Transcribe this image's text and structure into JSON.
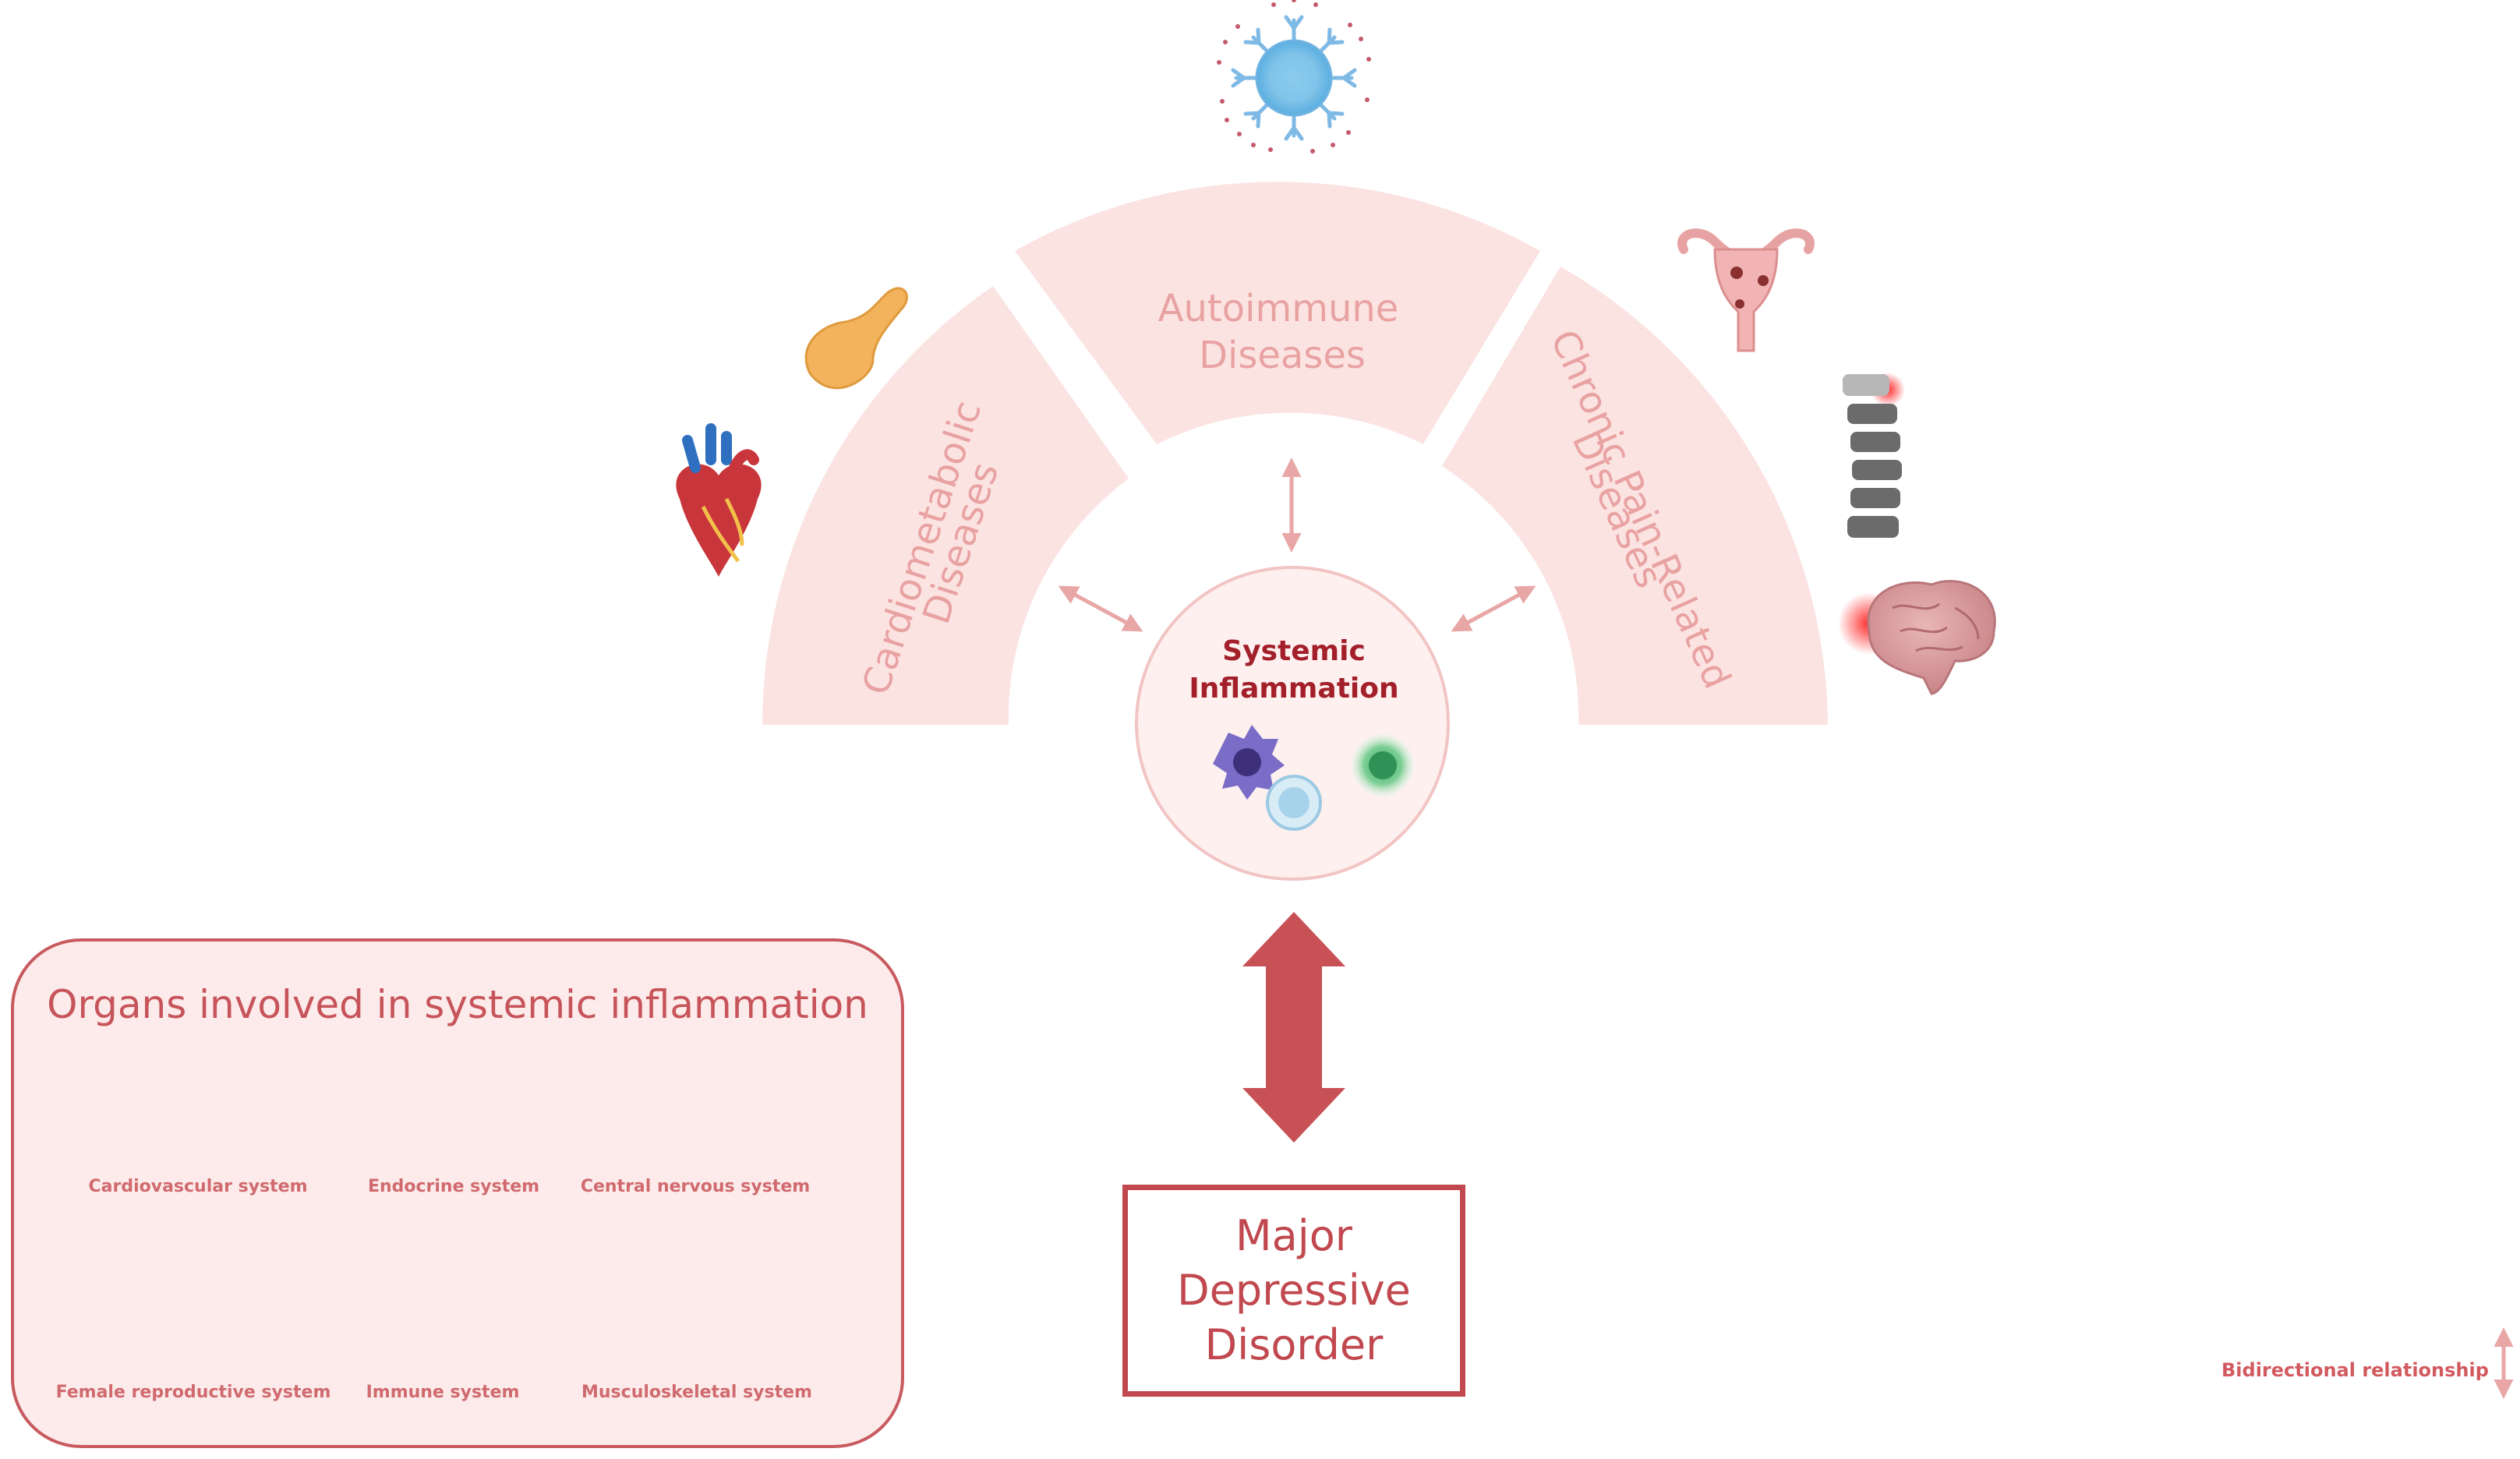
{
  "arc_sections": {
    "left": {
      "line1": "Cardiometabolic",
      "line2": "Diseases"
    },
    "top": {
      "line1": "Autoimmune",
      "line2": "Diseases"
    },
    "right": {
      "line1": "Chronic Pain-Related",
      "line2": "Diseases"
    }
  },
  "center": {
    "line1": "Systemic",
    "line2": "Inflammation"
  },
  "outcome": {
    "line1": "Major",
    "line2": "Depressive",
    "line3": "Disorder"
  },
  "legend": {
    "title": "Organs involved in systemic inflammation",
    "organs": [
      {
        "label": "Cardiovascular system",
        "icon": "heart-icon"
      },
      {
        "label": "Endocrine system",
        "icon": "pancreas-icon"
      },
      {
        "label": "Central nervous system",
        "icon": "brain-icon"
      },
      {
        "label": "Female reproductive system",
        "icon": "uterus-icon"
      },
      {
        "label": "Immune system",
        "icon": "immune-cell-icon"
      },
      {
        "label": "Musculoskeletal system",
        "icon": "spine-icon"
      }
    ]
  },
  "key": {
    "bidirectional_label": "Bidirectional relationship",
    "icon": "double-arrow-icon"
  },
  "colors": {
    "arc_fill": "#fbe3e2",
    "arc_text": "#e9a2a2",
    "accent": "#c0484e",
    "center_text": "#a31f2a",
    "legend_bg": "#fcebea"
  }
}
